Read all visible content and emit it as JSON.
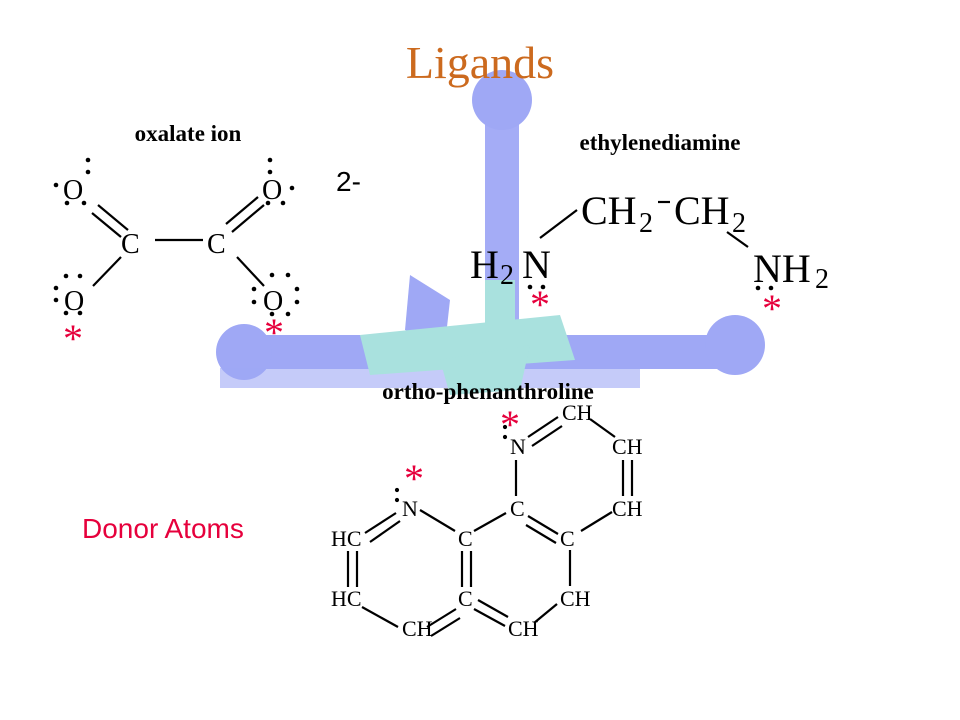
{
  "title": "Ligands",
  "colors": {
    "title": "#cc6a1e",
    "donor": "#e6003c",
    "model_blue": "#9fa8f5",
    "model_teal": "#a9e1de"
  },
  "oxalate": {
    "label": "oxalate ion",
    "charge": "2-",
    "atoms": {
      "o1": "O",
      "o2": "O",
      "c1": "C",
      "c2": "C",
      "o3": "O",
      "o4": "O"
    }
  },
  "ethylenediamine": {
    "label": "ethylenediamine",
    "ch2a": "CH",
    "ch2b": "CH",
    "sub2": "2",
    "h2n_h": "H",
    "h2n_n": "N",
    "nh2_n": "NH"
  },
  "phenanthroline": {
    "label": "ortho-phenanthroline",
    "atoms": {
      "n_top": "N",
      "ch_top": "CH",
      "ch_r1": "CH",
      "ch_r2": "CH",
      "c_mid": "C",
      "c_rmid": "C",
      "ch_r3": "CH",
      "n_left": "N",
      "hc1": "HC",
      "hc2": "HC",
      "c_lmid": "C",
      "c_center": "C",
      "ch_b1": "CH",
      "ch_b2": "CH"
    }
  },
  "donor_label": "Donor Atoms",
  "donor_marker": "*"
}
